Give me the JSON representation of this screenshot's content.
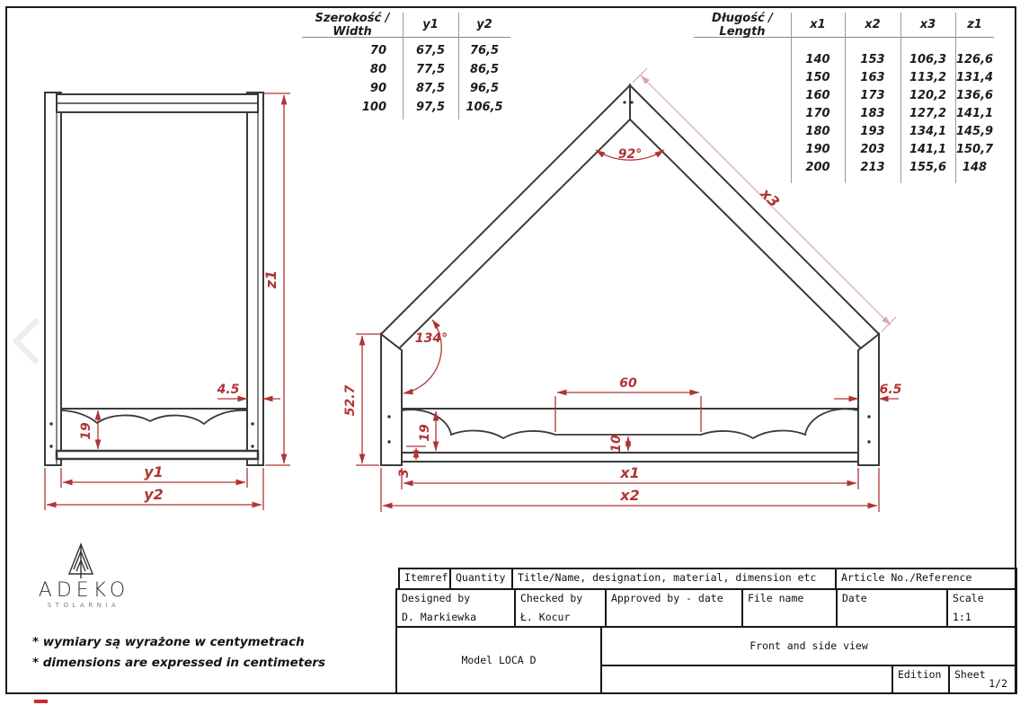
{
  "width_table": {
    "cols": [
      "Szerokość / Width",
      "y1",
      "y2"
    ],
    "rows": [
      [
        "70",
        "67,5",
        "76,5"
      ],
      [
        "80",
        "77,5",
        "86,5"
      ],
      [
        "90",
        "87,5",
        "96,5"
      ],
      [
        "100",
        "97,5",
        "106,5"
      ]
    ]
  },
  "length_table": {
    "cols": [
      "Długość / Length",
      "x1",
      "x2",
      "x3",
      "z1"
    ],
    "rows": [
      [
        "140",
        "153",
        "106,3",
        "126,6"
      ],
      [
        "150",
        "163",
        "113,2",
        "131,4"
      ],
      [
        "160",
        "173",
        "120,2",
        "136,6"
      ],
      [
        "170",
        "183",
        "127,2",
        "141,1"
      ],
      [
        "180",
        "193",
        "134,1",
        "145,9"
      ],
      [
        "190",
        "203",
        "141,1",
        "150,7"
      ],
      [
        "200",
        "213",
        "155,6",
        "148"
      ]
    ]
  },
  "dims_front": {
    "apex_angle": "92°",
    "eave_angle": "134°",
    "roof_length": "x3",
    "post_height": "52.7",
    "flat_width": "60",
    "board_height": "10",
    "scallop_depth": "19",
    "rail_gap": "3",
    "post_width": "6.5",
    "length_inner": "x1",
    "length_outer": "x2"
  },
  "dims_side": {
    "post_width": "4.5",
    "scallop_depth": "19",
    "width_inner": "y1",
    "width_outer": "y2",
    "height": "z1"
  },
  "title_block": {
    "itemref": "Itemref",
    "quantity": "Quantity",
    "title_name": "Title/Name, designation, material, dimension etc",
    "article": "Article No./Reference",
    "designed_by": "Designed by",
    "designed_val": "D. Markiewka",
    "checked_by": "Checked by",
    "checked_val": "Ł. Kocur",
    "approved_by": "Approved by - date",
    "file_name": "File name",
    "date": "Date",
    "scale": "Scale",
    "scale_val": "1:1",
    "model": "Model LOCA D",
    "view_title": "Front and side view",
    "edition": "Edition",
    "sheet": "Sheet",
    "sheet_val": "1/2"
  },
  "logo": {
    "brand": "ADEKO",
    "sub": "STOLARNIA"
  },
  "footnotes": {
    "pl": "* wymiary są wyrażone w centymetrach",
    "en": "* dimensions are expressed in centimeters"
  },
  "colors": {
    "line_dark": "#3a3a3a",
    "dimension_red": "#b03434",
    "dimension_light": "#d8a8a8",
    "border_black": "#1b1b1b"
  }
}
